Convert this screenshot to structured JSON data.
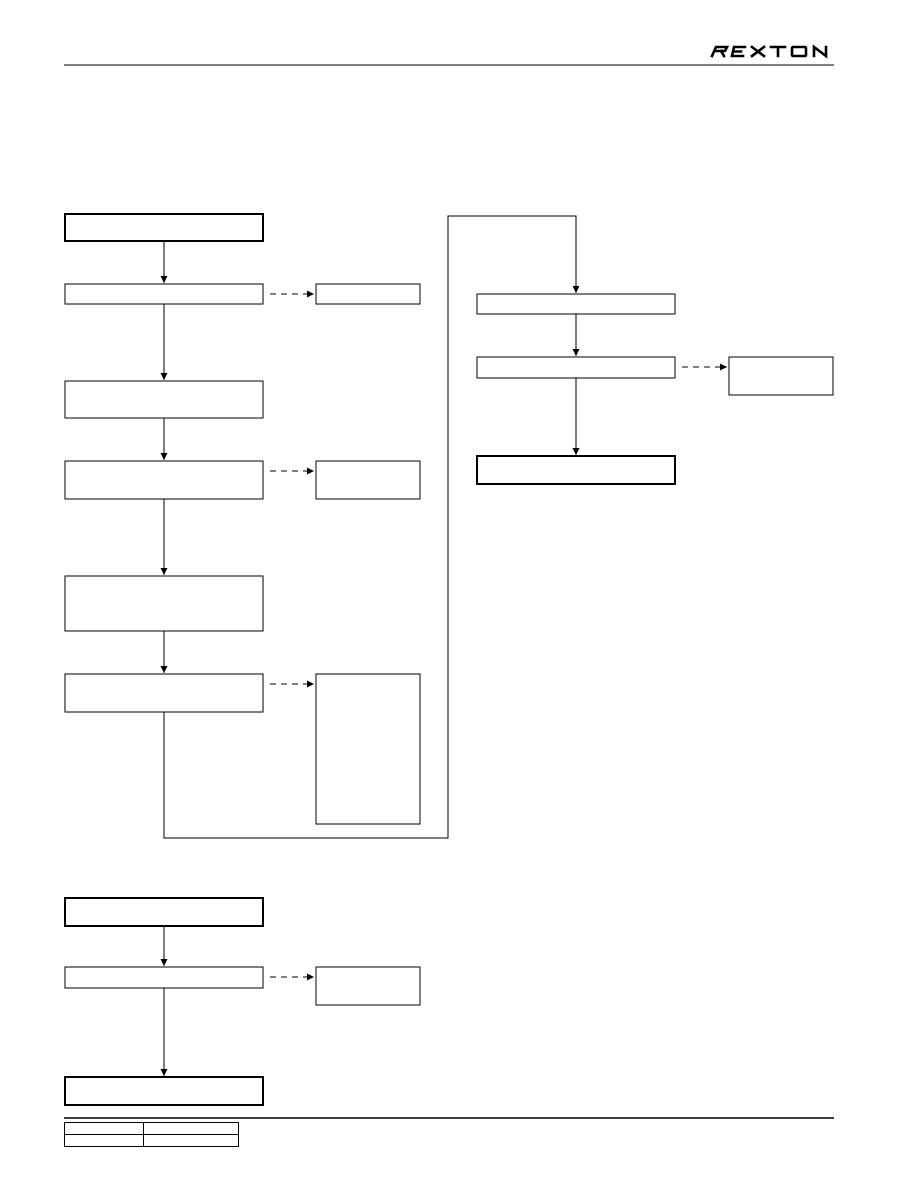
{
  "header": {
    "brand": "REXTON",
    "brand_icon": "rexton-logo"
  },
  "flowchart": {
    "box_labels": [],
    "footer_rows": 2
  }
}
